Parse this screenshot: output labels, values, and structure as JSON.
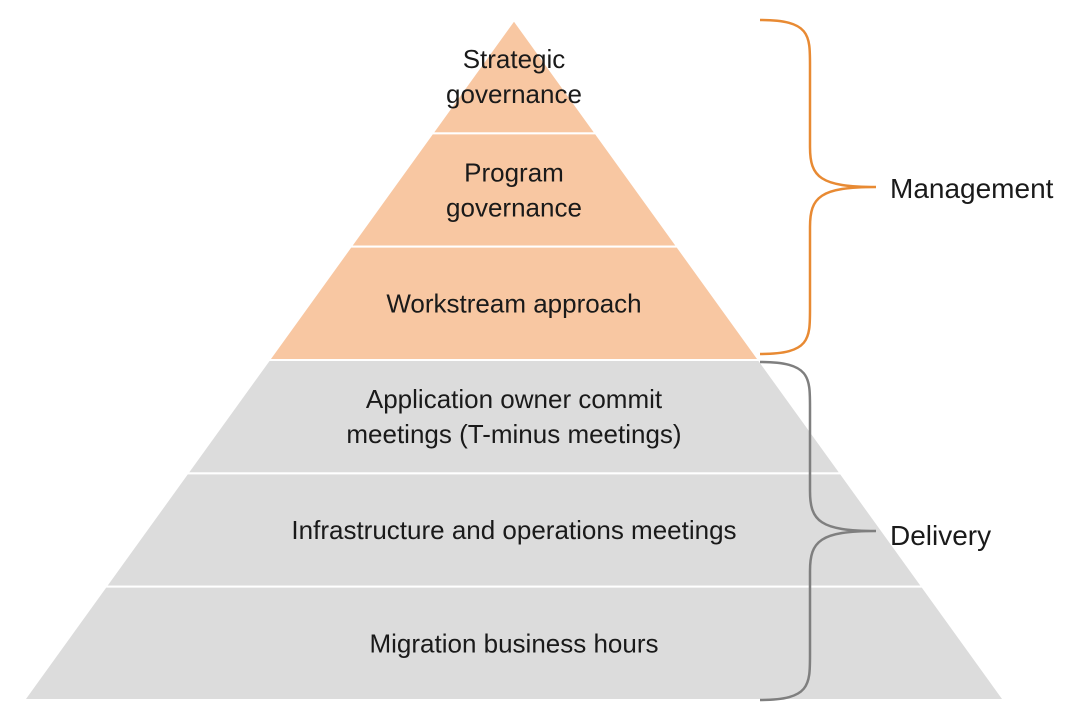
{
  "colors": {
    "management_fill": "#f8c7a2",
    "delivery_fill": "#dcdcdc",
    "management_brace": "#e88a33",
    "delivery_brace": "#7f7f7f",
    "divider": "#ffffff",
    "text": "#1a1a1a"
  },
  "tiers": [
    {
      "group": "management",
      "lines": [
        "Strategic",
        "governance"
      ]
    },
    {
      "group": "management",
      "lines": [
        "Program",
        "governance"
      ]
    },
    {
      "group": "management",
      "lines": [
        "Workstream approach"
      ]
    },
    {
      "group": "delivery",
      "lines": [
        "Application owner commit",
        "meetings (T-minus meetings)"
      ]
    },
    {
      "group": "delivery",
      "lines": [
        "Infrastructure and operations meetings"
      ]
    },
    {
      "group": "delivery",
      "lines": [
        "Migration business hours"
      ]
    }
  ],
  "groups": {
    "management": {
      "label": "Management"
    },
    "delivery": {
      "label": "Delivery"
    }
  }
}
